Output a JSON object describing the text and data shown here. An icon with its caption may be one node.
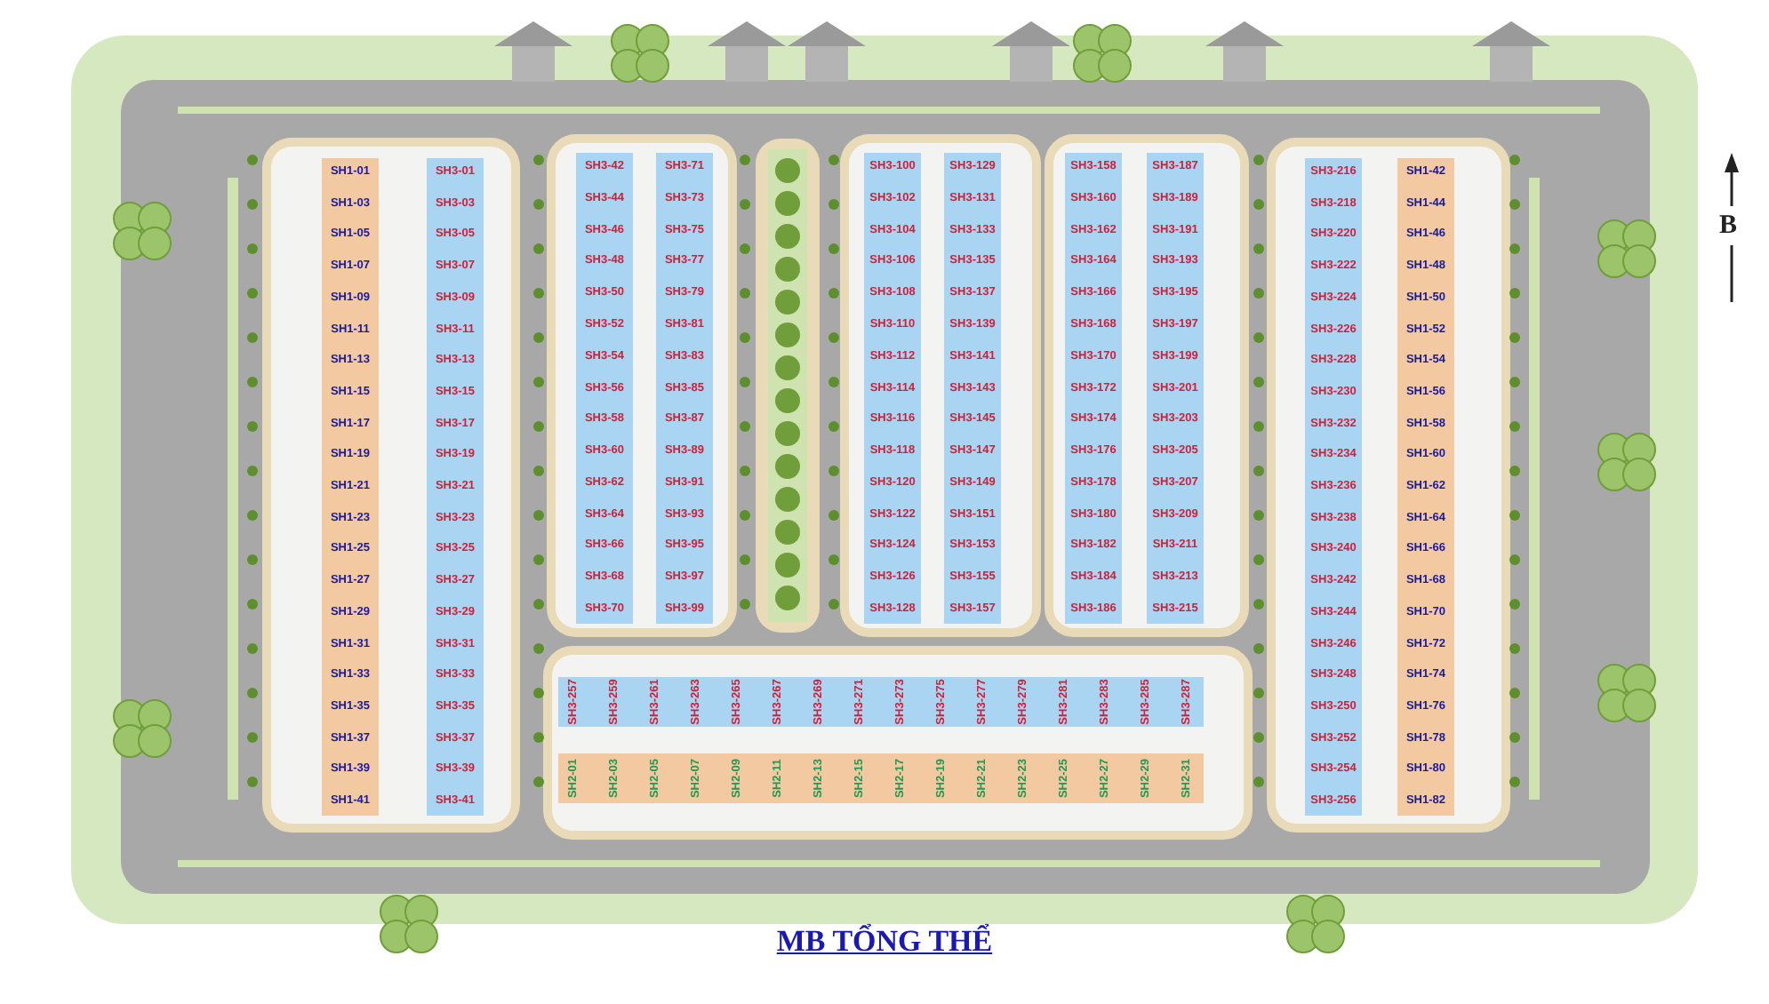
{
  "diagram": {
    "title": "MB TỔNG THỂ",
    "labels": [
      "B",
      "SH1-01",
      "SH1-03",
      "SH1-05",
      "SH1-07",
      "SH1-09",
      "SH1-11",
      "SH1-13",
      "SH1-15",
      "SH1-17",
      "SH1-19",
      "SH1-21",
      "SH1-23",
      "SH1-25",
      "SH1-27",
      "SH1-29",
      "SH1-31",
      "SH1-33",
      "SH1-35",
      "SH1-37",
      "SH1-39",
      "SH1-41",
      "SH3-01",
      "SH3-03",
      "SH3-05",
      "SH3-07",
      "SH3-09",
      "SH3-11",
      "SH3-13",
      "SH3-15",
      "SH3-17",
      "SH3-19",
      "SH3-21",
      "SH3-23",
      "SH3-25",
      "SH3-27",
      "SH3-29",
      "SH3-31",
      "SH3-33",
      "SH3-35",
      "SH3-37",
      "SH3-39",
      "SH3-41",
      "SH3-42",
      "SH3-44",
      "SH3-46",
      "SH3-48",
      "SH3-50",
      "SH3-52",
      "SH3-54",
      "SH3-56",
      "SH3-58",
      "SH3-60",
      "SH3-62",
      "SH3-64",
      "SH3-66",
      "SH3-68",
      "SH3-70",
      "SH3-71",
      "SH3-73",
      "SH3-75",
      "SH3-77",
      "SH3-79",
      "SH3-81",
      "SH3-83",
      "SH3-85",
      "SH3-87",
      "SH3-89",
      "SH3-91",
      "SH3-93",
      "SH3-95",
      "SH3-97",
      "SH3-99",
      "SH3-100",
      "SH3-102",
      "SH3-104",
      "SH3-106",
      "SH3-108",
      "SH3-110",
      "SH3-112",
      "SH3-114",
      "SH3-116",
      "SH3-118",
      "SH3-120",
      "SH3-122",
      "SH3-124",
      "SH3-126",
      "SH3-128",
      "SH3-129",
      "SH3-131",
      "SH3-133",
      "SH3-135",
      "SH3-137",
      "SH3-139",
      "SH3-141",
      "SH3-143",
      "SH3-145",
      "SH3-147",
      "SH3-149",
      "SH3-151",
      "SH3-153",
      "SH3-155",
      "SH3-157",
      "SH3-158",
      "SH3-160",
      "SH3-162",
      "SH3-164",
      "SH3-166",
      "SH3-168",
      "SH3-170",
      "SH3-172",
      "SH3-174",
      "SH3-176",
      "SH3-178",
      "SH3-180",
      "SH3-182",
      "SH3-184",
      "SH3-186",
      "SH3-187",
      "SH3-189",
      "SH3-191",
      "SH3-193",
      "SH3-195",
      "SH3-197",
      "SH3-199",
      "SH3-201",
      "SH3-203",
      "SH3-205",
      "SH3-207",
      "SH3-209",
      "SH3-211",
      "SH3-213",
      "SH3-215",
      "SH3-216",
      "SH3-218",
      "SH3-220",
      "SH3-222",
      "SH3-224",
      "SH3-226",
      "SH3-228",
      "SH3-230",
      "SH3-232",
      "SH3-234",
      "SH3-236",
      "SH3-238",
      "SH3-240",
      "SH3-242",
      "SH3-244",
      "SH3-246",
      "SH3-248",
      "SH3-250",
      "SH3-252",
      "SH3-254",
      "SH3-256",
      "SH1-42",
      "SH1-44",
      "SH1-46",
      "SH1-48",
      "SH1-50",
      "SH1-52",
      "SH1-54",
      "SH1-56",
      "SH1-58",
      "SH1-60",
      "SH1-62",
      "SH1-64",
      "SH1-66",
      "SH1-68",
      "SH1-70",
      "SH1-72",
      "SH1-74",
      "SH1-76",
      "SH1-78",
      "SH1-80",
      "SH1-82",
      "SH3-257",
      "SH3-259",
      "SH3-261",
      "SH3-263",
      "SH3-265",
      "SH3-267",
      "SH3-269",
      "SH3-271",
      "SH3-273",
      "SH3-275",
      "SH3-277",
      "SH3-279",
      "SH3-281",
      "SH3-283",
      "SH3-285",
      "SH3-287",
      "SH2-01",
      "SH2-03",
      "SH2-05",
      "SH2-07",
      "SH2-09",
      "SH2-11",
      "SH2-13",
      "SH2-15",
      "SH2-17",
      "SH2-19",
      "SH2-21",
      "SH2-23",
      "SH2-25",
      "SH2-27",
      "SH2-29",
      "SH2-31"
    ]
  }
}
